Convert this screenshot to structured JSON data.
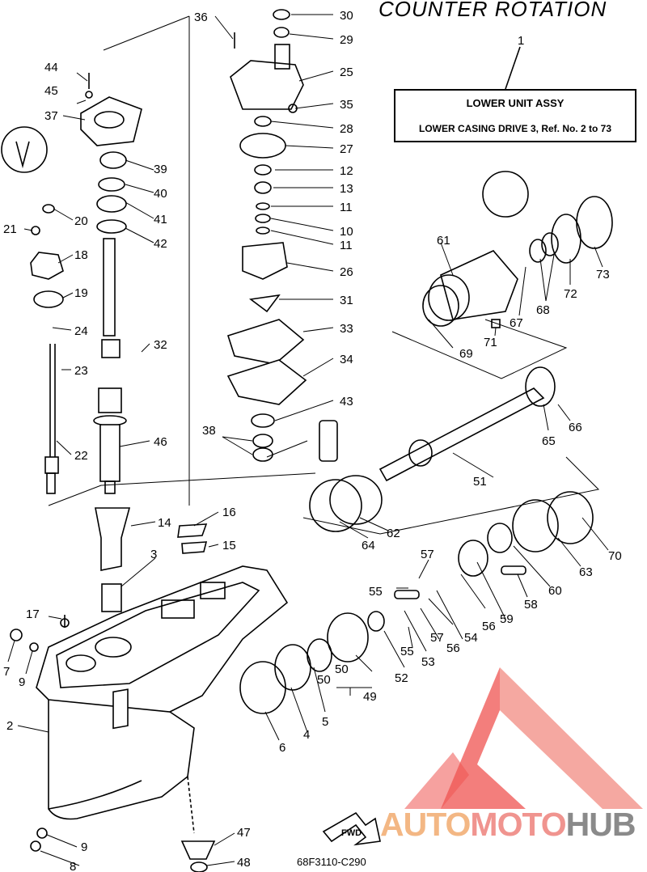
{
  "header": {
    "title": "COUNTER ROTATION"
  },
  "info_box": {
    "ref": "1",
    "line1": "LOWER UNIT ASSY",
    "line2": "LOWER CASING DRIVE 3, Ref. No. 2 to 73"
  },
  "diagram_code": "68F3110-C290",
  "watermark": {
    "part1": "AUTO",
    "part2": "MOTO",
    "part3": "HUB"
  },
  "fwd_label": "FWD",
  "callouts": {
    "n2": "2",
    "n3": "3",
    "n4": "4",
    "n5": "5",
    "n6": "6",
    "n7": "7",
    "n8": "8",
    "n9a": "9",
    "n9b": "9",
    "n10": "10",
    "n11a": "11",
    "n11b": "11",
    "n12": "12",
    "n13": "13",
    "n14": "14",
    "n15": "15",
    "n16": "16",
    "n17": "17",
    "n18": "18",
    "n19": "19",
    "n20": "20",
    "n21": "21",
    "n22": "22",
    "n23": "23",
    "n24": "24",
    "n25": "25",
    "n26": "26",
    "n27": "27",
    "n28": "28",
    "n29": "29",
    "n30": "30",
    "n31": "31",
    "n32": "32",
    "n33": "33",
    "n34": "34",
    "n35": "35",
    "n36": "36",
    "n37": "37",
    "n38": "38",
    "n39": "39",
    "n40": "40",
    "n41": "41",
    "n42": "42",
    "n43": "43",
    "n44": "44",
    "n45": "45",
    "n46": "46",
    "n47": "47",
    "n48": "48",
    "n49": "49",
    "n50a": "50",
    "n50b": "50",
    "n51": "51",
    "n52": "52",
    "n53": "53",
    "n54": "54",
    "n55a": "55",
    "n55b": "55",
    "n56a": "56",
    "n56b": "56",
    "n57a": "57",
    "n57b": "57",
    "n58": "58",
    "n59": "59",
    "n60": "60",
    "n61": "61",
    "n62": "62",
    "n63": "63",
    "n64": "64",
    "n65": "65",
    "n66": "66",
    "n67": "67",
    "n68": "68",
    "n69": "69",
    "n70": "70",
    "n71": "71",
    "n72": "72",
    "n73": "73"
  },
  "colors": {
    "line": "#000000",
    "watermark_red": "#ef5350",
    "watermark_orange": "#f3b784",
    "watermark_gray": "#8a8a8a"
  }
}
